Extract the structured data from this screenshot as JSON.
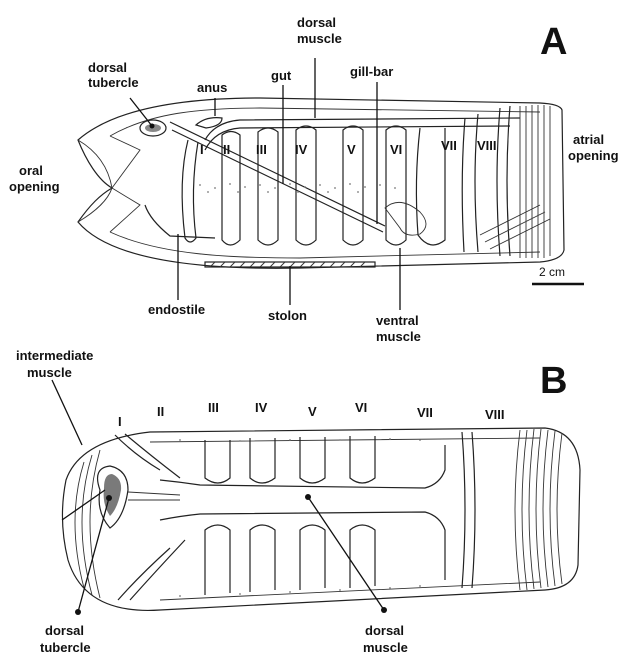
{
  "panel_a": {
    "letter": "A",
    "labels": {
      "dorsal_tubercle": [
        "dorsal",
        "tubercle"
      ],
      "anus": "anus",
      "gut": "gut",
      "dorsal_muscle": [
        "dorsal",
        "muscle"
      ],
      "gill_bar": "gill-bar",
      "oral_opening": [
        "oral",
        "opening"
      ],
      "atrial_opening": [
        "atrial",
        "opening"
      ],
      "endostile": "endostile",
      "stolon": "stolon",
      "ventral_muscle": [
        "ventral",
        "muscle"
      ]
    },
    "muscle_numerals": [
      "I",
      "II",
      "III",
      "IV",
      "V",
      "VI",
      "VII",
      "VIII"
    ],
    "scale_bar": "2 cm"
  },
  "panel_b": {
    "letter": "B",
    "labels": {
      "intermediate_muscle": [
        "intermediate",
        "muscle"
      ],
      "dorsal_tubercle": [
        "dorsal",
        "tubercle"
      ],
      "dorsal_muscle": [
        "dorsal",
        "muscle"
      ]
    },
    "muscle_numerals": [
      "I",
      "II",
      "III",
      "IV",
      "V",
      "VI",
      "VII",
      "VIII"
    ]
  }
}
